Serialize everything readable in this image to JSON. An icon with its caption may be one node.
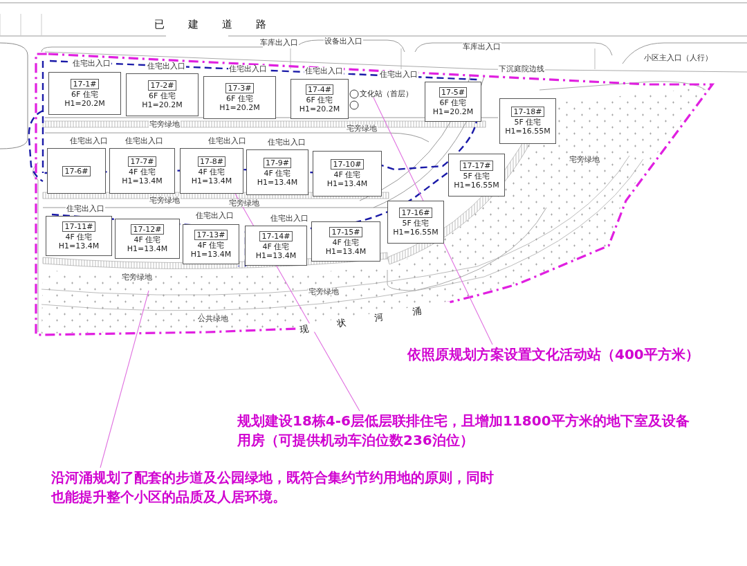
{
  "diagram": {
    "nodes": [
      {
        "text": [
          "17-1#",
          "6F 住宅 H1=20.2M"
        ]
      },
      {
        "text": [
          "17-2#",
          "6F 住宅 H1=20.2M"
        ]
      },
      {
        "text": [
          "17-3#",
          "6F 住宅 H1=20.2M"
        ]
      },
      {
        "text": [
          "17-4#",
          "6F 住宅 H1=20.2M"
        ]
      },
      {
        "text": [
          "17-5#",
          "6F 住宅 H1=20.2M"
        ]
      },
      {
        "text": [
          "17-6#"
        ]
      },
      {
        "text": [
          "17-7#",
          "4F 住宅 H1=13.4M"
        ]
      },
      {
        "text": [
          "17-8#",
          "4F 住宅 H1=13.4M"
        ]
      },
      {
        "text": [
          "17-9#",
          "4F 住宅 H1=13.4M"
        ]
      },
      {
        "text": [
          "17-10#",
          "4F 住宅 H1=13.4M"
        ]
      },
      {
        "text": [
          "17-11#",
          "4F 住宅 H1=13.4M"
        ]
      },
      {
        "text": [
          "17-12#",
          "4F 住宅 H1=13.4M"
        ]
      },
      {
        "text": [
          "17-13#",
          "4F 住宅 H1=13.4M"
        ]
      },
      {
        "text": [
          "17-14#",
          "4F 住宅 H1=13.4M"
        ]
      },
      {
        "text": [
          "17-15#",
          "4F 住宅 H1=13.4M"
        ]
      },
      {
        "text": [
          "17-16#",
          "5F 住宅 H1=16.55M"
        ]
      },
      {
        "text": [
          "17-17#",
          "5F 住宅 H1=16.55M"
        ]
      },
      {
        "text": [
          "17-18#",
          "5F 住宅 H1=16.55M"
        ]
      },
      {
        "text": [
          "文化站（首层）"
        ]
      },
      {
        "text": [
          "依照原规划方案设置文化活动站（400平方米）"
        ]
      },
      {
        "text": [
          "规划建设18栋4-6层低层联排住宅，且增加11800平方米的地下室及设备用房（可提供机动车泊位数236泊位）"
        ]
      },
      {
        "text": [
          "沿河涌规划了配套的步道及公园绿地，既符合集约节约用地的原则，同时也能提升整个小区的品质及人居环境。"
        ]
      }
    ],
    "edges": [
      {
        "from": 19,
        "to": 18,
        "arrow": "none"
      },
      {
        "from": 20,
        "to": 7,
        "arrow": "none"
      },
      {
        "from": 21,
        "to": null,
        "arrow": "none"
      }
    ],
    "labels": [
      "已建道路",
      "车库出入口",
      "设备出入口",
      "车库出入口",
      "小区主入口（人行）",
      "下沉庭院边线",
      "住宅出入口",
      "住宅出入口",
      "住宅出入口",
      "住宅出入口",
      "住宅出入口",
      "宅旁绿地",
      "宅旁绿地",
      "住宅出入口",
      "住宅出入口",
      "住宅出入口",
      "住宅出入口",
      "宅旁绿地",
      "宅旁绿地",
      "住宅出入口",
      "住宅出入口",
      "住宅出入口",
      "宅旁绿地",
      "宅旁绿地",
      "公共绿地",
      "宅旁绿地",
      "现状河涌"
    ]
  }
}
